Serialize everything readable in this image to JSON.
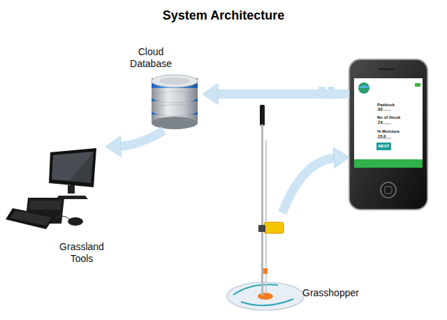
{
  "diagram": {
    "title": "System Architecture",
    "nodes": [
      {
        "text": [
          "Cloud Database"
        ]
      },
      {
        "text": [
          "Grassland Tools"
        ]
      },
      {
        "text": [
          "Grasshopper"
        ]
      },
      {
        "text": [
          "Paddock",
          "22",
          "No of Stock",
          "74",
          "% Moisture",
          "15.0",
          "NEXT"
        ]
      }
    ],
    "edges": [
      {
        "from": 2,
        "to": 3,
        "arrow": "to"
      },
      {
        "from": 3,
        "to": 0,
        "arrow": "to"
      },
      {
        "from": 0,
        "to": 1,
        "arrow": "to"
      }
    ]
  }
}
